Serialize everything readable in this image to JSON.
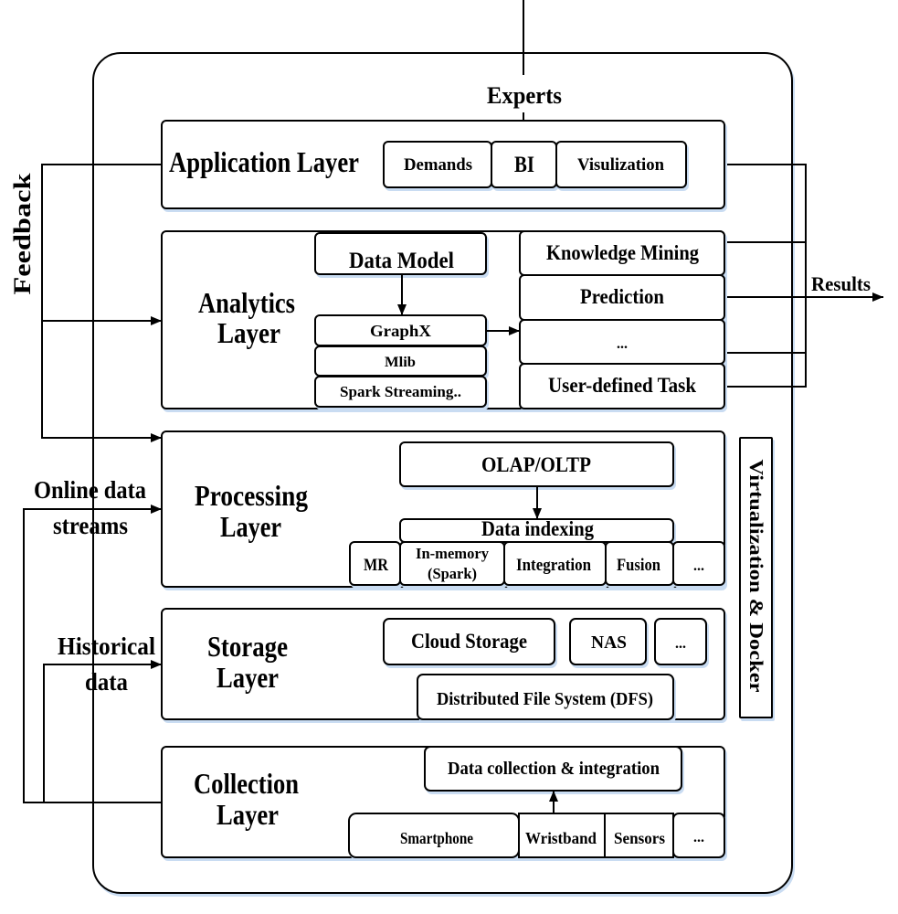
{
  "external": {
    "experts": "Experts",
    "feedback": "Feedback",
    "results": "Results",
    "online_data_streams": [
      "Online data",
      "streams"
    ],
    "historical_data": [
      "Historical",
      "data"
    ]
  },
  "side_panel": {
    "label": "Virtualization & Docker"
  },
  "layers": {
    "application": {
      "title": "Application Layer",
      "components": [
        "Demands",
        "BI",
        "Visulization"
      ]
    },
    "analytics": {
      "title": [
        "Analytics",
        "Layer"
      ],
      "data_model": "Data Model",
      "engines": [
        "GraphX",
        "Mlib",
        "Spark Streaming.."
      ],
      "tasks": [
        "Knowledge Mining",
        "Prediction",
        "...",
        "User-defined Task"
      ]
    },
    "processing": {
      "title": [
        "Processing",
        "Layer"
      ],
      "olap": "OLAP/OLTP",
      "indexing": "Data indexing",
      "modules": [
        {
          "lines": [
            "MR"
          ]
        },
        {
          "lines": [
            "In-memory",
            "(Spark)"
          ]
        },
        {
          "lines": [
            "Integration"
          ]
        },
        {
          "lines": [
            "Fusion"
          ]
        },
        {
          "lines": [
            "..."
          ]
        }
      ]
    },
    "storage": {
      "title": [
        "Storage",
        "Layer"
      ],
      "services": [
        "Cloud Storage",
        "NAS",
        "..."
      ],
      "dfs": "Distributed File System (DFS)"
    },
    "collection": {
      "title": [
        "Collection",
        "Layer"
      ],
      "integration": "Data collection & integration",
      "devices": [
        "Smartphone",
        "Wristband",
        "Sensors",
        "..."
      ]
    }
  }
}
